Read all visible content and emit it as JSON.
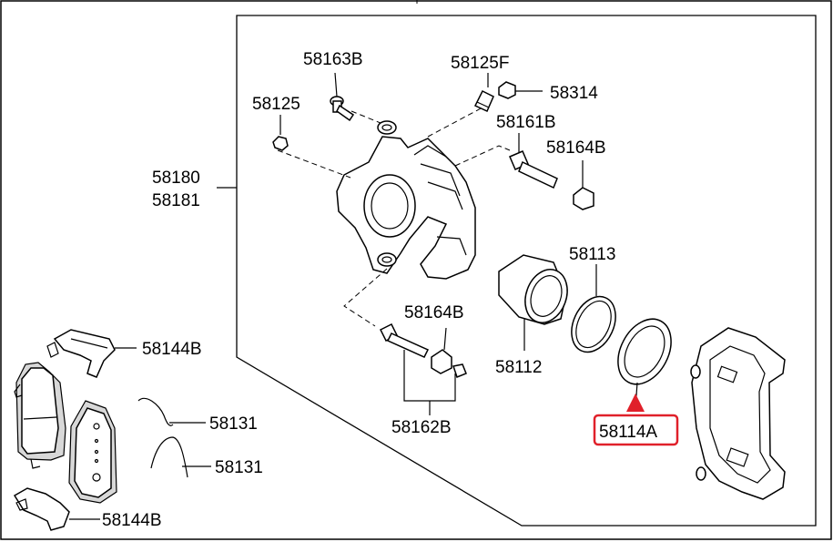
{
  "labels": {
    "p58163B": "58163B",
    "p58125F": "58125F",
    "p58314": "58314",
    "p58125": "58125",
    "p58161B": "58161B",
    "p58164B_top": "58164B",
    "p58180": "58180",
    "p58181": "58181",
    "p58113": "58113",
    "p58164B_mid": "58164B",
    "p58112": "58112",
    "p58144B_top": "58144B",
    "p58131_a": "58131",
    "p58131_b": "58131",
    "p58162B": "58162B",
    "p58114A": "58114A",
    "p58144B_bottom": "58144B"
  },
  "colors": {
    "line": "#000000",
    "highlight": "#e0202a",
    "background": "#ffffff"
  }
}
